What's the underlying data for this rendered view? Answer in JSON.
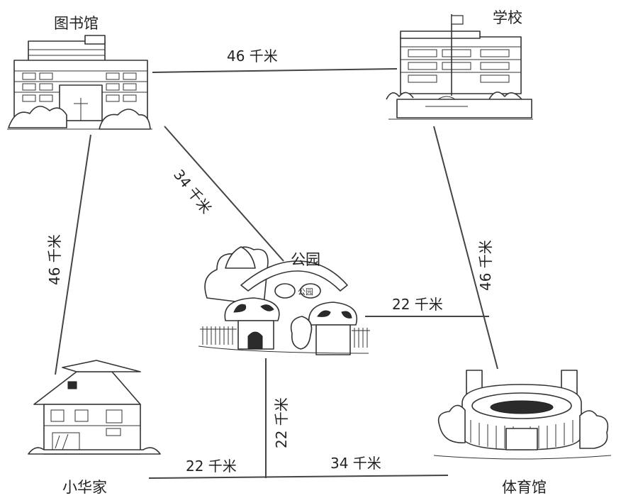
{
  "places": {
    "library": "图书馆",
    "school": "学校",
    "park": "公园",
    "park_sign": "公园",
    "home": "小华家",
    "stadium": "体育馆"
  },
  "distances": {
    "library_school": "46 千米",
    "library_home": "46 千米",
    "library_park": "34 千米",
    "school_stadium": "46 千米",
    "park_stadium": "22 千米",
    "park_junction": "22 千米",
    "home_junction": "22 千米",
    "junction_stadium": "34 千米"
  },
  "colors": {
    "ink": "#333333",
    "paper": "#ffffff"
  }
}
